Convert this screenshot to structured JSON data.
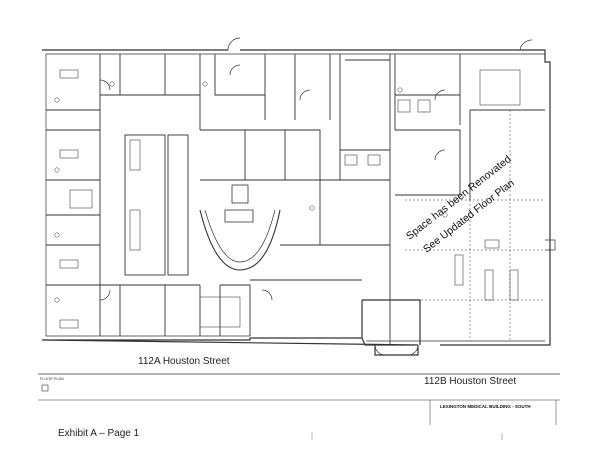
{
  "plan": {
    "street_a": "112A Houston Street",
    "street_b": "112B Houston Street",
    "renovated_note_line1": "Space has been Renovated",
    "renovated_note_line2": "See Updated Floor Plan"
  },
  "title_block": {
    "plan_label": "FLOOR PLAN",
    "building_name": "LEXINGTON MEDICAL BUILDING - SOUTH"
  },
  "footer": {
    "exhibit": "Exhibit A – Page 1"
  },
  "colors": {
    "line": "#222222",
    "wall": "#444444",
    "paper": "#ffffff"
  }
}
